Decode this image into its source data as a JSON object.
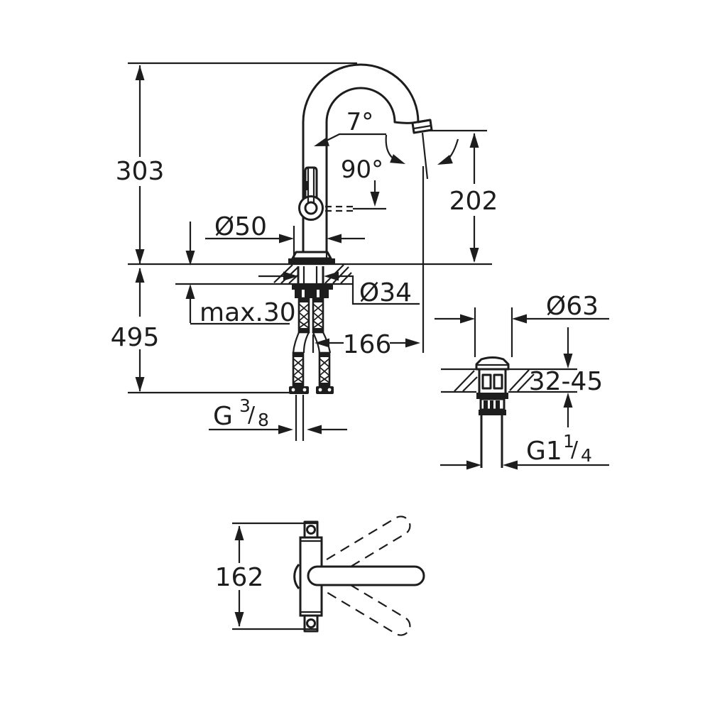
{
  "meta": {
    "type": "technical-dimension-drawing",
    "subject": "single-hole basin faucet with high swivel spout and pop-up waste",
    "background_color": "#ffffff",
    "line_color": "#1d1d1d"
  },
  "views": {
    "front": {
      "title": "front elevation with mounting section",
      "dims": {
        "height_above_deck": "303",
        "spout_tilt": "7°",
        "handle_rotation": "90°",
        "spout_outlet_height": "202",
        "base_diameter": "Ø50",
        "shank_diameter": "Ø34",
        "deck_thickness_max": "max.30",
        "overall_height": "495",
        "spout_reach": "166",
        "supply_thread_prefix": "G",
        "supply_thread_numerator": "3",
        "supply_thread_slash": "/",
        "supply_thread_denominator": "8"
      }
    },
    "waste": {
      "title": "pop-up waste drain section",
      "dims": {
        "flange_diameter": "Ø63",
        "deck_thickness_range": "32-45",
        "thread_prefix": "G1",
        "thread_numerator": "1",
        "thread_slash": "/",
        "thread_denominator": "4"
      }
    },
    "top": {
      "title": "top view handle swing",
      "dims": {
        "swing_width": "162"
      }
    }
  }
}
